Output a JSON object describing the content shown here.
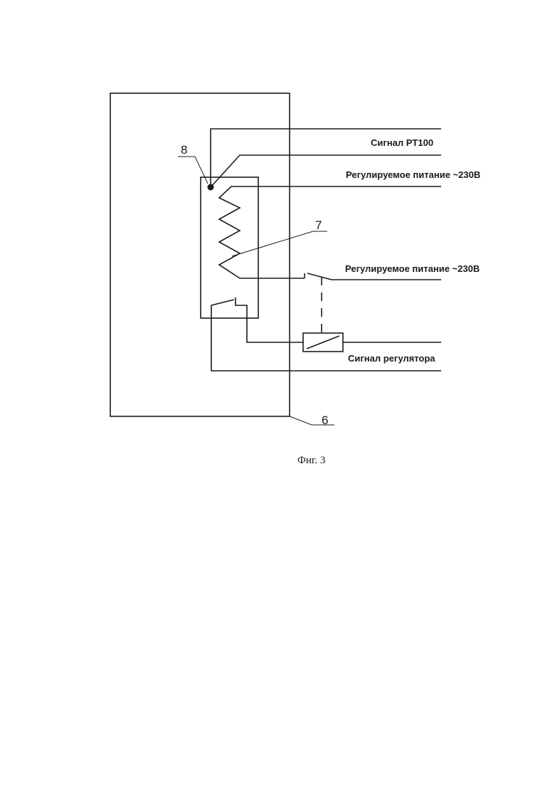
{
  "labels": {
    "signal_pt100": "Сигнал PT100",
    "power_top": "Регулируемое питание ~230В",
    "power_bottom": "Регулируемое питание ~230В",
    "regulator_signal": "Сигнал регулятора"
  },
  "references": {
    "ref_6": "6",
    "ref_7": "7",
    "ref_8": "8"
  },
  "caption": "Фиг. 3"
}
